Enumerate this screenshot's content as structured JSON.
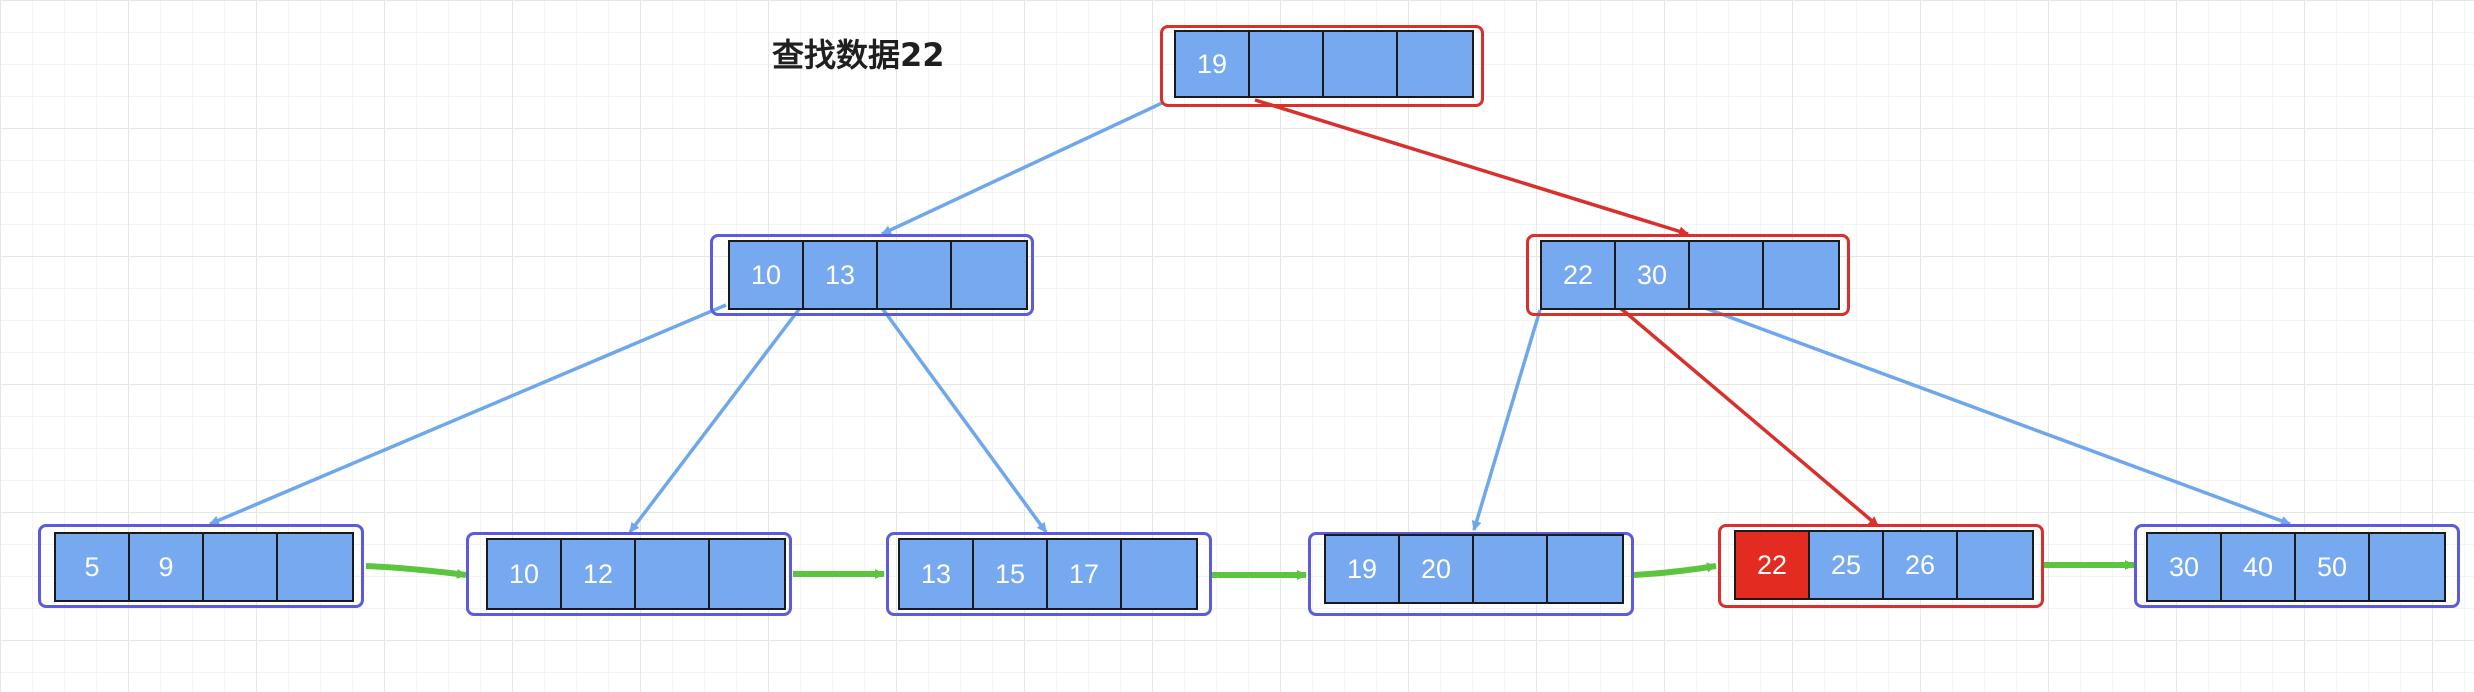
{
  "title": "查找数据22",
  "colors": {
    "cell_fill": "#76a9ef",
    "node_border": "#5b5bdc",
    "search_path": "#d9302c",
    "found_cell": "#e32b22",
    "child_edge": "#6fa8ea",
    "leaf_link": "#5cc53e"
  },
  "nodes": {
    "root": {
      "keys": [
        "19",
        "",
        "",
        ""
      ],
      "on_search_path": true
    },
    "internal_left": {
      "keys": [
        "10",
        "13",
        "",
        ""
      ],
      "on_search_path": false
    },
    "internal_right": {
      "keys": [
        "22",
        "30",
        "",
        ""
      ],
      "on_search_path": true
    },
    "leaf_1": {
      "keys": [
        "5",
        "9",
        "",
        ""
      ],
      "on_search_path": false
    },
    "leaf_2": {
      "keys": [
        "10",
        "12",
        "",
        ""
      ],
      "on_search_path": false
    },
    "leaf_3": {
      "keys": [
        "13",
        "15",
        "17",
        ""
      ],
      "on_search_path": false
    },
    "leaf_4": {
      "keys": [
        "19",
        "20",
        "",
        ""
      ],
      "on_search_path": false
    },
    "leaf_5": {
      "keys": [
        "22",
        "25",
        "26",
        ""
      ],
      "on_search_path": true,
      "found_key": "22"
    },
    "leaf_6": {
      "keys": [
        "30",
        "40",
        "50",
        ""
      ],
      "on_search_path": false
    }
  },
  "edges": [
    {
      "from": "root",
      "to": "internal_left",
      "style": "child"
    },
    {
      "from": "root",
      "to": "internal_right",
      "style": "search-path"
    },
    {
      "from": "internal_left",
      "to": "leaf_1",
      "style": "child"
    },
    {
      "from": "internal_left",
      "to": "leaf_2",
      "style": "child"
    },
    {
      "from": "internal_left",
      "to": "leaf_3",
      "style": "child"
    },
    {
      "from": "internal_right",
      "to": "leaf_4",
      "style": "child"
    },
    {
      "from": "internal_right",
      "to": "leaf_5",
      "style": "search-path"
    },
    {
      "from": "internal_right",
      "to": "leaf_6",
      "style": "child"
    }
  ],
  "leaf_links": [
    {
      "from": "leaf_1",
      "to": "leaf_2"
    },
    {
      "from": "leaf_2",
      "to": "leaf_3"
    },
    {
      "from": "leaf_3",
      "to": "leaf_4"
    },
    {
      "from": "leaf_4",
      "to": "leaf_5"
    },
    {
      "from": "leaf_5",
      "to": "leaf_6"
    }
  ]
}
